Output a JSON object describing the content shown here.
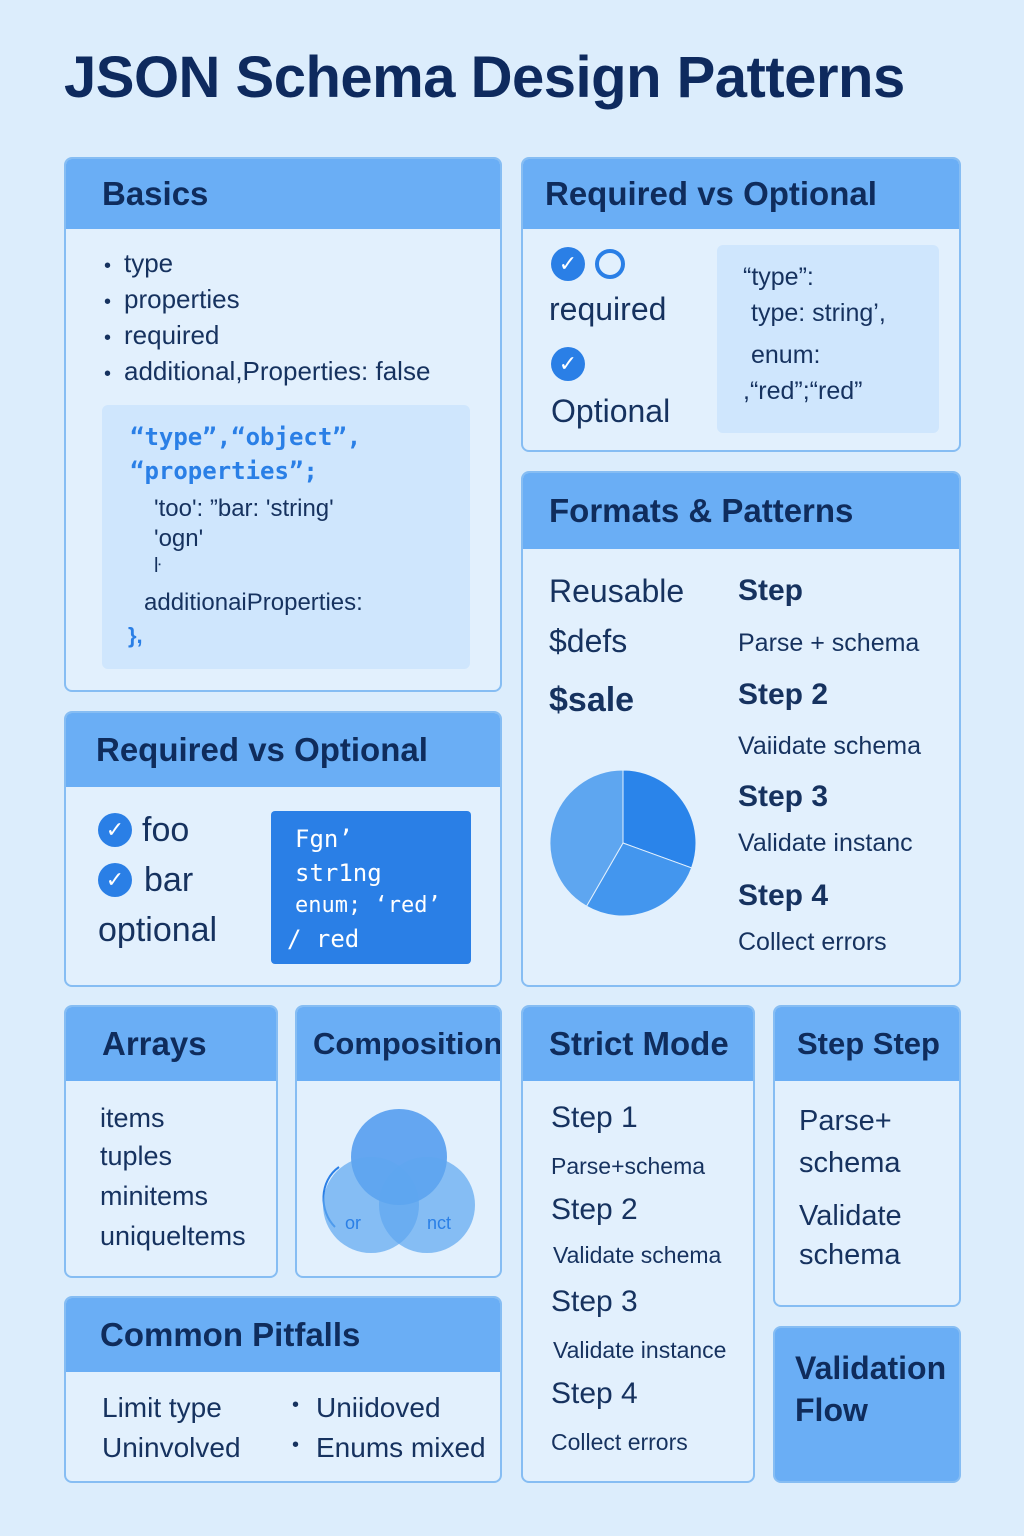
{
  "title": "JSON Schema Design Patterns",
  "basics": {
    "heading": "Basics",
    "bullets": [
      "type",
      "properties",
      "required",
      "additional,Properties: false"
    ],
    "code": [
      "“type”,“object”,",
      "“properties”;",
      "'too':  ”bar:  'string'",
      "'ogn'",
      "ŀ",
      "additionaiProperties:",
      "},"
    ]
  },
  "req_opt_top": {
    "heading": "Required vs Optional",
    "required_label": "required",
    "optional_label": "Optional",
    "code": [
      "“type”:",
      "type: string’,",
      "enum:",
      ",“red”;“red”"
    ]
  },
  "formats": {
    "heading": "Formats & Patterns",
    "left": [
      "Reusable",
      "$defs",
      "$sale"
    ],
    "steps": [
      {
        "title": "Step",
        "desc": "Parse + schema"
      },
      {
        "title": "Step 2",
        "desc": "Vaiidate schema"
      },
      {
        "title": "Step 3",
        "desc": "Validate  instanc"
      },
      {
        "title": "Step 4",
        "desc": "Collect errors"
      }
    ],
    "pie_colors": [
      "#2a84ea",
      "#4396ee",
      "#5ea6f0"
    ]
  },
  "req_opt_mid": {
    "heading": "Required vs Optional",
    "items": [
      "foo",
      "bar"
    ],
    "optional_label": "optional",
    "code": [
      "Fgn’",
      "str1ng",
      "enum;  ‘red’",
      "/  red"
    ]
  },
  "arrays": {
    "heading": "Arrays",
    "items": [
      "items",
      "tuples",
      "minitems",
      "uniqueltems"
    ]
  },
  "composition": {
    "heading": "Composition",
    "venn_labels": [
      "or",
      "nct"
    ]
  },
  "strict": {
    "heading": "Strict Mode",
    "steps": [
      {
        "title": "Step 1",
        "desc": "Parse+schema"
      },
      {
        "title": "Step 2",
        "desc": "Validate schema"
      },
      {
        "title": "Step 3",
        "desc": "Validate instance"
      },
      {
        "title": "Step 4",
        "desc": "Collect errors"
      }
    ]
  },
  "step_step": {
    "heading": "Step Step",
    "lines": [
      "Parse+",
      "schema",
      "Validate",
      "schema"
    ]
  },
  "validation_flow": {
    "lines": [
      "Validation",
      "Flow"
    ]
  },
  "pitfalls": {
    "heading": "Common Pitfalls",
    "left": [
      "Limit type",
      "Uninvolved"
    ],
    "right": [
      "Uniidoved",
      "Enums mixed"
    ]
  },
  "colors": {
    "background": "#dcedfc",
    "header": "#6aaef5",
    "accent": "#2a7fe6",
    "text": "#0f2c5c"
  }
}
